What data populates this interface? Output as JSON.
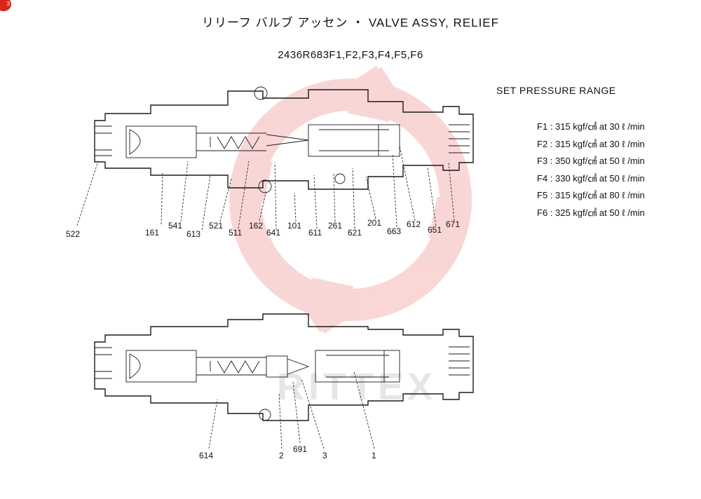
{
  "header": {
    "badge": "3",
    "title": "リリーフ バルブ アッセン ・ VALVE ASSY, RELIEF",
    "part_number": "2436R683F1,F2,F3,F4,F5,F6"
  },
  "pressure_range": {
    "title": "SET PRESSURE RANGE",
    "items": [
      "F1 : 315 kgf/㎠ at 30 ℓ /min",
      "F2 : 315 kgf/㎠ at 30 ℓ /min",
      "F3 : 350 kgf/㎠ at 50 ℓ /min",
      "F4 : 330 kgf/㎠ at 50 ℓ /min",
      "F5 : 315 kgf/㎠ at 80 ℓ /min",
      "F6 : 325 kgf/㎠ at 50 ℓ /min"
    ]
  },
  "diagram_top": {
    "callouts": [
      "522",
      "161",
      "541",
      "613",
      "521",
      "511",
      "162",
      "641",
      "101",
      "611",
      "261",
      "621",
      "201",
      "663",
      "612",
      "651",
      "671"
    ]
  },
  "diagram_bottom": {
    "callouts": [
      "614",
      "2",
      "691",
      "3",
      "1"
    ]
  },
  "watermark": {
    "text": "RITTEX",
    "color": "#f3b8b8"
  }
}
